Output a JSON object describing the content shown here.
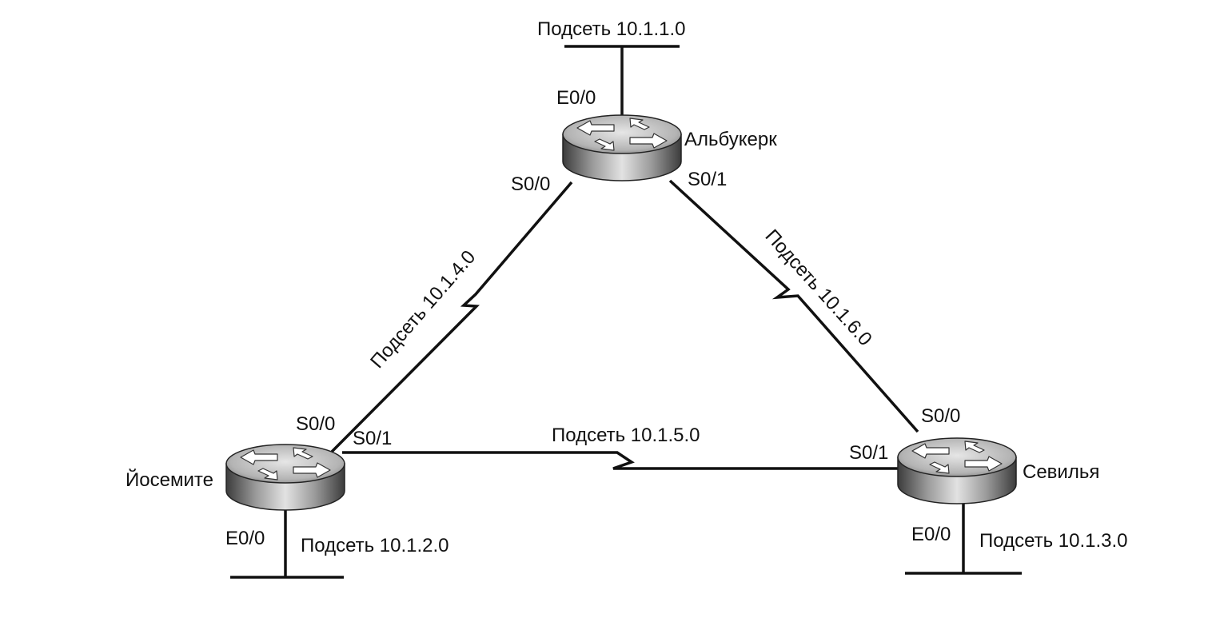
{
  "routers": {
    "albuquerque": {
      "name": "Альбукерк"
    },
    "yosemite": {
      "name": "Йосемите"
    },
    "seville": {
      "name": "Севилья"
    }
  },
  "subnets": {
    "albuquerque_lan": "Подсеть 10.1.1.0",
    "yosemite_lan": "Подсеть 10.1.2.0",
    "seville_lan": "Подсеть 10.1.3.0",
    "link_alb_yos": "Подсеть 10.1.4.0",
    "link_yos_sev": "Подсеть 10.1.5.0",
    "link_alb_sev": "Подсеть 10.1.6.0"
  },
  "interfaces": {
    "alb_e0": "E0/0",
    "alb_s0": "S0/0",
    "alb_s1": "S0/1",
    "yos_s0": "S0/0",
    "yos_s1": "S0/1",
    "yos_e0": "E0/0",
    "sev_s0": "S0/0",
    "sev_s1": "S0/1",
    "sev_e0": "E0/0"
  }
}
